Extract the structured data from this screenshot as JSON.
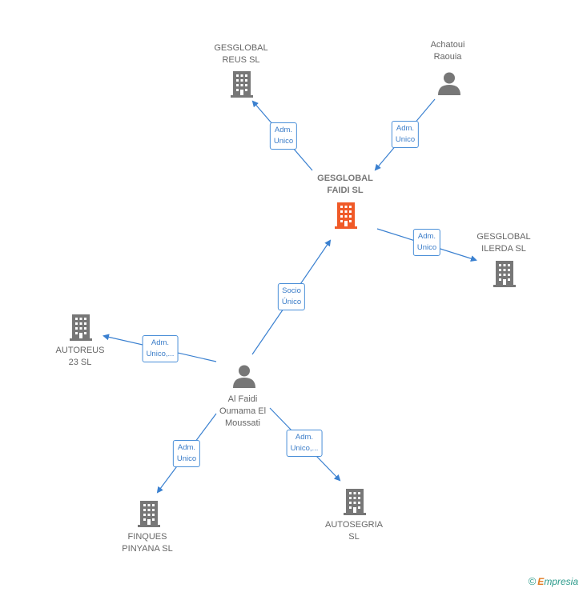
{
  "nodes": {
    "gesglobal_faidi": {
      "line1": "GESGLOBAL",
      "line2": "FAIDI  SL",
      "type": "company-main"
    },
    "gesglobal_reus": {
      "line1": "GESGLOBAL",
      "line2": "REUS  SL",
      "type": "company"
    },
    "achatoui": {
      "line1": "Achatoui",
      "line2": "Raouia",
      "type": "person"
    },
    "gesglobal_ilerda": {
      "line1": "GESGLOBAL",
      "line2": "ILERDA  SL",
      "type": "company"
    },
    "autoreus": {
      "line1": "AUTOREUS",
      "line2": "23  SL",
      "type": "company"
    },
    "al_faidi": {
      "line1": "Al Faidi",
      "line2": "Oumama El",
      "line3": "Moussati",
      "type": "person"
    },
    "finques": {
      "line1": "FINQUES",
      "line2": "PINYANA  SL",
      "type": "company"
    },
    "autosegria": {
      "line1": "AUTOSEGRIA",
      "line2": "SL",
      "type": "company"
    }
  },
  "edges": {
    "e1": {
      "line1": "Adm.",
      "line2": "Unico"
    },
    "e2": {
      "line1": "Adm.",
      "line2": "Unico"
    },
    "e3": {
      "line1": "Adm.",
      "line2": "Unico"
    },
    "e4": {
      "line1": "Socio",
      "line2": "Único"
    },
    "e5": {
      "line1": "Adm.",
      "line2": "Unico,..."
    },
    "e6": {
      "line1": "Adm.",
      "line2": "Unico"
    },
    "e7": {
      "line1": "Adm.",
      "line2": "Unico,..."
    }
  },
  "colors": {
    "edge": "#3a80d0",
    "company": "#777777",
    "main_company": "#f05a28",
    "person": "#777777"
  },
  "icons": {
    "company": "building-icon",
    "person": "person-icon"
  },
  "brand": {
    "copyright": "©",
    "initial": "E",
    "rest": "mpresia"
  }
}
